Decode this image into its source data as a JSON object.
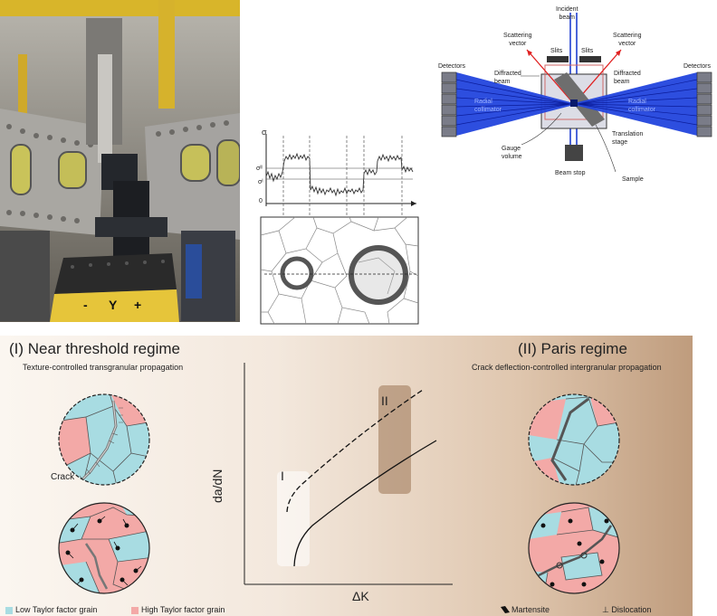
{
  "neutron_setup": {
    "incident_beam": "Incident\nbeam",
    "scattering_vector_left": "Scattering\nvector",
    "scattering_vector_right": "Scattering\nvector",
    "slits_left": "Slits",
    "slits_right": "Slits",
    "detectors_left": "Detectors",
    "detectors_right": "Detectors",
    "diffracted_beam_left": "Diffracted\nbeam",
    "diffracted_beam_right": "Diffracted\nbeam",
    "radial_collimator_left": "Radial\ncollimator",
    "radial_collimator_right": "Radial\ncollimator",
    "translation_stage": "Translation\nstage",
    "gauge_volume": "Gauge\nvolume",
    "beam_stop": "Beam stop",
    "sample": "Sample"
  },
  "stress_plot": {
    "y_axis": "σ",
    "sigma_I": "σᴵ",
    "sigma_II": "σᴵᴵ",
    "origin": "0"
  },
  "regimes": {
    "regime1_title": "(I) Near threshold regime",
    "regime1_subtitle": "Texture-controlled transgranular propagation",
    "regime2_title": "(II) Paris regime",
    "regime2_subtitle": "Crack deflection-controlled intergranular propagation",
    "crack_label": "Crack",
    "curve_label_1": "I",
    "curve_label_2": "II",
    "y_axis": "da/dN",
    "x_axis": "ΔK"
  },
  "legend": {
    "low_taylor": "Low Taylor factor grain",
    "high_taylor": "High Taylor factor grain",
    "martensite": "Martensite",
    "dislocation": "⊥ Dislocation"
  },
  "colors": {
    "low_taylor_grain": "#a8dce2",
    "high_taylor_grain": "#f3a9a7",
    "beam_blue": "#1f3fd1",
    "scatter_red": "#e02020"
  }
}
